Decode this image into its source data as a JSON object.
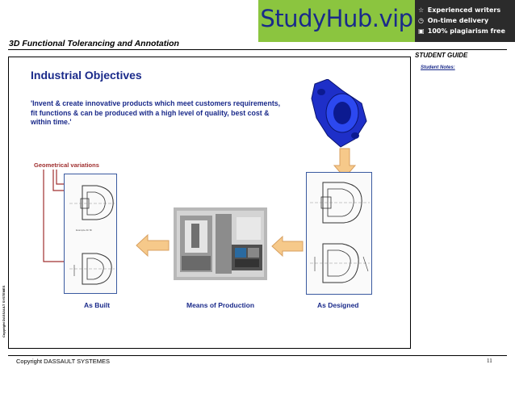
{
  "banner": {
    "brand": "StudyHub.vip",
    "features": [
      {
        "icon": "star-icon",
        "text": "Experienced writers"
      },
      {
        "icon": "clock-icon",
        "text": "On-time delivery"
      },
      {
        "icon": "document-icon",
        "text": "100% plagiarism free"
      }
    ],
    "colors": {
      "green": "#8bc53f",
      "dark": "#2b2b2b",
      "brand_text": "#1a2a8a"
    }
  },
  "header": {
    "course_title": "3D Functional Tolerancing and Annotation",
    "guide_label": "STUDENT GUIDE",
    "notes_label": "Student Notes:"
  },
  "slide": {
    "title": "Industrial  Objectives",
    "quote": "'Invent & create innovative products which meet customers requirements, fit functions & can be produced with a high level of quality, best cost & within time.'",
    "geometrical_label": "Geometrical  variations",
    "captions": {
      "as_built": "As Built",
      "means": "Means of Production",
      "as_designed": "As Designed"
    },
    "vertical_copyright": "Copyright DASSAULT SYSTEMES",
    "accent_color": "#1a2a8a",
    "variation_color": "#a03030",
    "arrow_color": "#f6c98a"
  },
  "footer": {
    "copyright": "Copyright DASSAULT SYSTEMES",
    "page_number": "11"
  }
}
